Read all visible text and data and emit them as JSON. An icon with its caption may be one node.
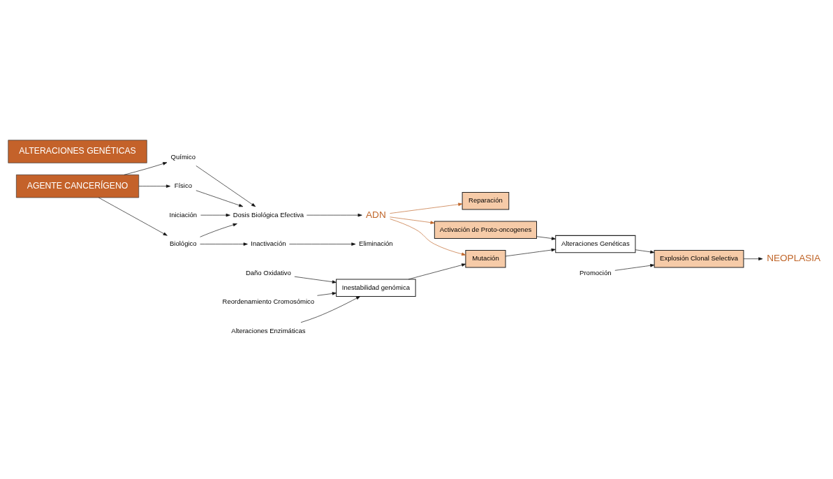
{
  "diagram": {
    "nodes": [
      {
        "text": [
          "AGENTE CANCERÍGENO"
        ]
      },
      {
        "text": [
          "Químico"
        ]
      },
      {
        "text": [
          "Físico"
        ]
      },
      {
        "text": [
          "Biológico"
        ]
      },
      {
        "text": [
          "Inactivación"
        ]
      },
      {
        "text": [
          "Eliminación"
        ]
      },
      {
        "text": [
          "Iniciación"
        ]
      },
      {
        "text": [
          "Dosis Biológica Efectiva"
        ]
      },
      {
        "text": [
          "ADN"
        ]
      },
      {
        "text": [
          "Reparación"
        ]
      },
      {
        "text": [
          "Activación de Proto-oncogenes"
        ]
      },
      {
        "text": [
          "Mutación"
        ]
      },
      {
        "text": [
          "Alteraciones Genéticas"
        ]
      },
      {
        "text": [
          "Explosión Clonal Selectiva"
        ]
      },
      {
        "text": [
          "NEOPLASIA"
        ]
      },
      {
        "text": [
          "Promoción"
        ]
      },
      {
        "text": [
          "Inestabilidad genómica"
        ]
      },
      {
        "text": [
          "Daño Oxidativo"
        ]
      },
      {
        "text": [
          "Reordenamiento Cromosómico"
        ]
      },
      {
        "text": [
          "Alteraciones Enzimáticas"
        ]
      },
      {
        "text": [
          "ALTERACIONES GENÉTICAS"
        ]
      }
    ],
    "edges": [
      {
        "from": 0,
        "to": 1,
        "arrow": "to"
      },
      {
        "from": 0,
        "to": 2,
        "arrow": "to"
      },
      {
        "from": 0,
        "to": 3,
        "arrow": "to"
      },
      {
        "from": 1,
        "to": 7,
        "arrow": "to"
      },
      {
        "from": 2,
        "to": 7,
        "arrow": "to"
      },
      {
        "from": 3,
        "to": 7,
        "arrow": "to"
      },
      {
        "from": 3,
        "to": 4,
        "arrow": "to"
      },
      {
        "from": 4,
        "to": 5,
        "arrow": "to"
      },
      {
        "from": 6,
        "to": 7,
        "arrow": "to"
      },
      {
        "from": 7,
        "to": 8,
        "arrow": "to"
      },
      {
        "from": 8,
        "to": 9,
        "arrow": "to",
        "color": "#c0662a"
      },
      {
        "from": 8,
        "to": 10,
        "arrow": "to",
        "color": "#c0662a"
      },
      {
        "from": 8,
        "to": 11,
        "arrow": "to",
        "color": "#c0662a"
      },
      {
        "from": 10,
        "to": 12,
        "arrow": "to"
      },
      {
        "from": 11,
        "to": 12,
        "arrow": "to"
      },
      {
        "from": 12,
        "to": 13,
        "arrow": "to"
      },
      {
        "from": 13,
        "to": 14,
        "arrow": "to"
      },
      {
        "from": 15,
        "to": 13,
        "arrow": "to"
      },
      {
        "from": 16,
        "to": 11,
        "arrow": "to"
      },
      {
        "from": 17,
        "to": 16,
        "arrow": "to"
      },
      {
        "from": 18,
        "to": 16,
        "arrow": "to"
      },
      {
        "from": 19,
        "to": 16,
        "arrow": "to"
      }
    ]
  }
}
